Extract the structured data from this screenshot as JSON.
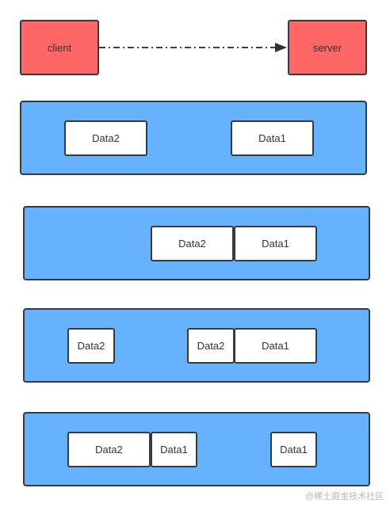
{
  "client": {
    "label": "client"
  },
  "server": {
    "label": "server"
  },
  "colors": {
    "endpoint": "#ff6666",
    "lane": "#66b2ff",
    "packet": "#ffffff",
    "stroke": "#36393d"
  },
  "lanes": [
    {
      "packets": [
        "Data2",
        "Data1"
      ]
    },
    {
      "packets": [
        "Data2",
        "Data1"
      ]
    },
    {
      "packets": [
        "Data2",
        "Data2",
        "Data1"
      ]
    },
    {
      "packets": [
        "Data2",
        "Data1",
        "Data1"
      ]
    }
  ],
  "watermark": "@稀土掘金技术社区"
}
